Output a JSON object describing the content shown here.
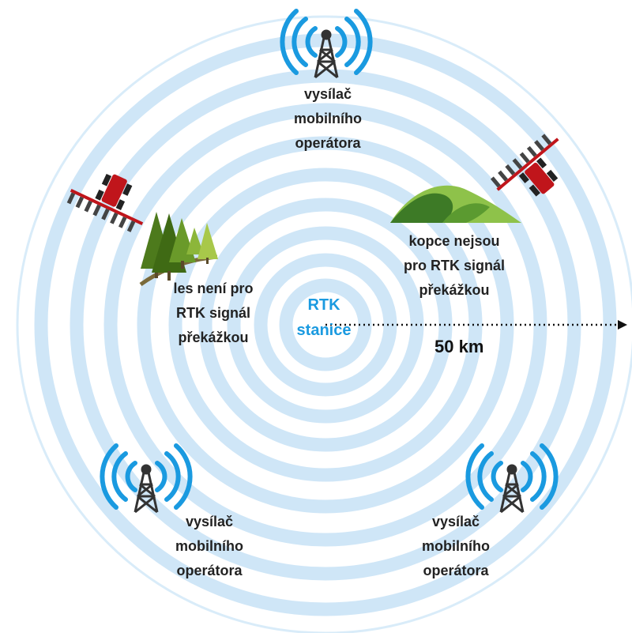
{
  "colors": {
    "ring": "#cfe6f7",
    "ring_outline": "#d9ecf9",
    "signal": "#1a9ae0",
    "tower": "#333333",
    "center_text": "#1a9ae0",
    "tractor": "#c0151b",
    "forest": "#6a9a2a",
    "hill": "#4f8a2a"
  },
  "center": {
    "line1": "RTK",
    "line2": "stanice"
  },
  "distance_label": "50 km",
  "towers": [
    {
      "icon": "cell-tower-icon",
      "lines": [
        "vysílač",
        "mobilního",
        "operátora"
      ]
    },
    {
      "icon": "cell-tower-icon",
      "lines": [
        "vysílač",
        "mobilního",
        "operátora"
      ]
    },
    {
      "icon": "cell-tower-icon",
      "lines": [
        "vysílač",
        "mobilního",
        "operátora"
      ]
    }
  ],
  "forest_note": [
    "les není pro",
    "RTK signál",
    "překážkou"
  ],
  "hill_note": [
    "kopce nejsou",
    "pro RTK signál",
    "překážkou"
  ]
}
